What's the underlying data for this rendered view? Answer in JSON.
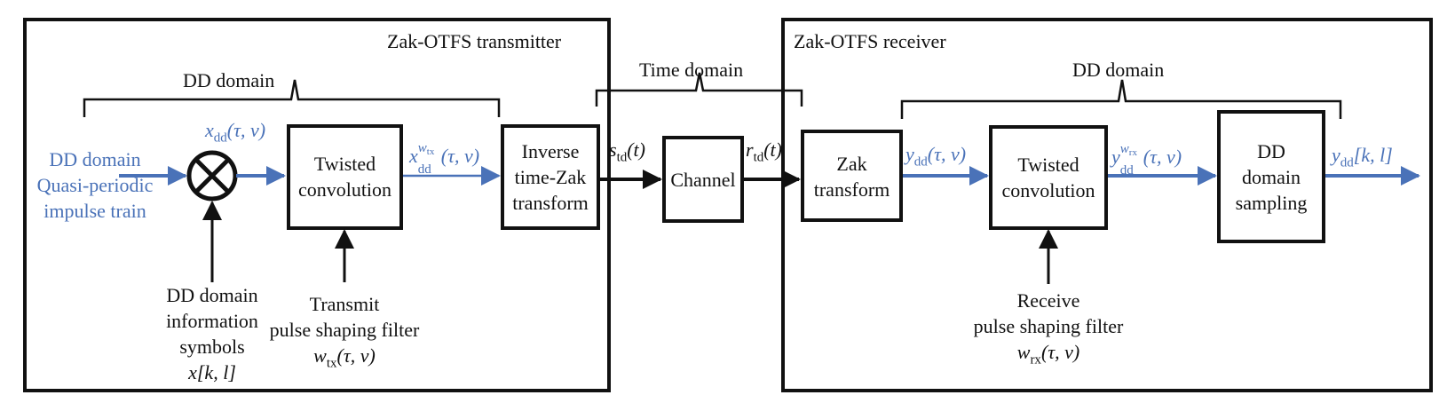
{
  "transmitter": {
    "title": "Zak-OTFS transmitter",
    "dd_domain_label": "DD domain",
    "input_lines": [
      "DD domain",
      "Quasi-periodic",
      "impulse train"
    ],
    "x_dd_symbol": "x",
    "x_dd_sub": "dd",
    "x_dd_args": "(τ, ν)",
    "info_symbols_lines": [
      "DD domain",
      "information",
      "symbols"
    ],
    "x_kl": "x[k, l]",
    "twisted_conv_lines": [
      "Twisted",
      "convolution"
    ],
    "x_tx_symbol": "x",
    "x_tx_sub": "dd",
    "x_tx_sup": "w",
    "x_tx_sup_sub": "tx",
    "x_tx_args": "(τ, ν)",
    "filter_lines": [
      "Transmit",
      "pulse shaping filter"
    ],
    "w_tx_symbol": "w",
    "w_tx_sub": "tx",
    "w_tx_args": "(τ, ν)",
    "izak_lines": [
      "Inverse",
      "time-Zak",
      "transform"
    ]
  },
  "channel": {
    "time_domain_label": "Time domain",
    "s_symbol": "s",
    "s_sub": "td",
    "s_args": "(t)",
    "channel_label": "Channel",
    "r_symbol": "r",
    "r_sub": "td",
    "r_args": "(t)"
  },
  "receiver": {
    "title": "Zak-OTFS receiver",
    "dd_domain_label": "DD domain",
    "zak_lines": [
      "Zak",
      "transform"
    ],
    "y_dd_symbol": "y",
    "y_dd_sub": "dd",
    "y_dd_args": "(τ, ν)",
    "twisted_conv_lines": [
      "Twisted",
      "convolution"
    ],
    "y_rx_symbol": "y",
    "y_rx_sub": "dd",
    "y_rx_sup": "w",
    "y_rx_sup_sub": "rx",
    "y_rx_args": "(τ, ν)",
    "sampling_lines": [
      "DD",
      "domain",
      "sampling"
    ],
    "y_kl_symbol": "y",
    "y_kl_sub": "dd",
    "y_kl_args": "[k, l]",
    "filter_lines": [
      "Receive",
      "pulse shaping filter"
    ],
    "w_rx_symbol": "w",
    "w_rx_sub": "rx",
    "w_rx_args": "(τ, ν)"
  },
  "colors": {
    "signal": "#4A72B8",
    "ink": "#111111"
  }
}
